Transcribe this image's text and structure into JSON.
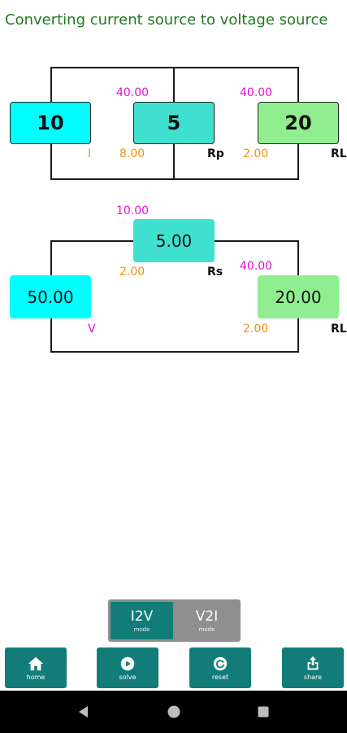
{
  "title": "Converting current source to voltage source",
  "circuit1": {
    "source": {
      "value": "10",
      "top": "",
      "bottom": "I"
    },
    "rp": {
      "value": "5",
      "top": "40.00",
      "bottom_left": "8.00",
      "bottom_right": "Rp"
    },
    "rl": {
      "value": "20",
      "top": "40.00",
      "bottom_left": "2.00",
      "bottom_right": "RL"
    }
  },
  "circuit2": {
    "rs": {
      "value": "5.00",
      "top": "10.00",
      "bottom_left": "2.00",
      "bottom_right": "Rs"
    },
    "source": {
      "value": "50.00",
      "bottom": "V"
    },
    "rl": {
      "value": "20.00",
      "top": "40.00",
      "bottom_left": "2.00",
      "bottom_right": "RL"
    }
  },
  "mode": {
    "i2v": {
      "label": "I2V",
      "sub": "mode"
    },
    "v2i": {
      "label": "V2I",
      "sub": "mode"
    }
  },
  "actions": {
    "home": "home",
    "solve": "solve",
    "reset": "reset",
    "share": "share"
  },
  "colors": {
    "title": "#1f7a1f",
    "cyan": "#00ffff",
    "turquoise": "#40e0d0",
    "lightgreen": "#90ee90",
    "magenta": "#e010e0",
    "orange": "#f2900a",
    "teal_button": "#127d78",
    "mode_inactive": "#8f8f8f"
  }
}
